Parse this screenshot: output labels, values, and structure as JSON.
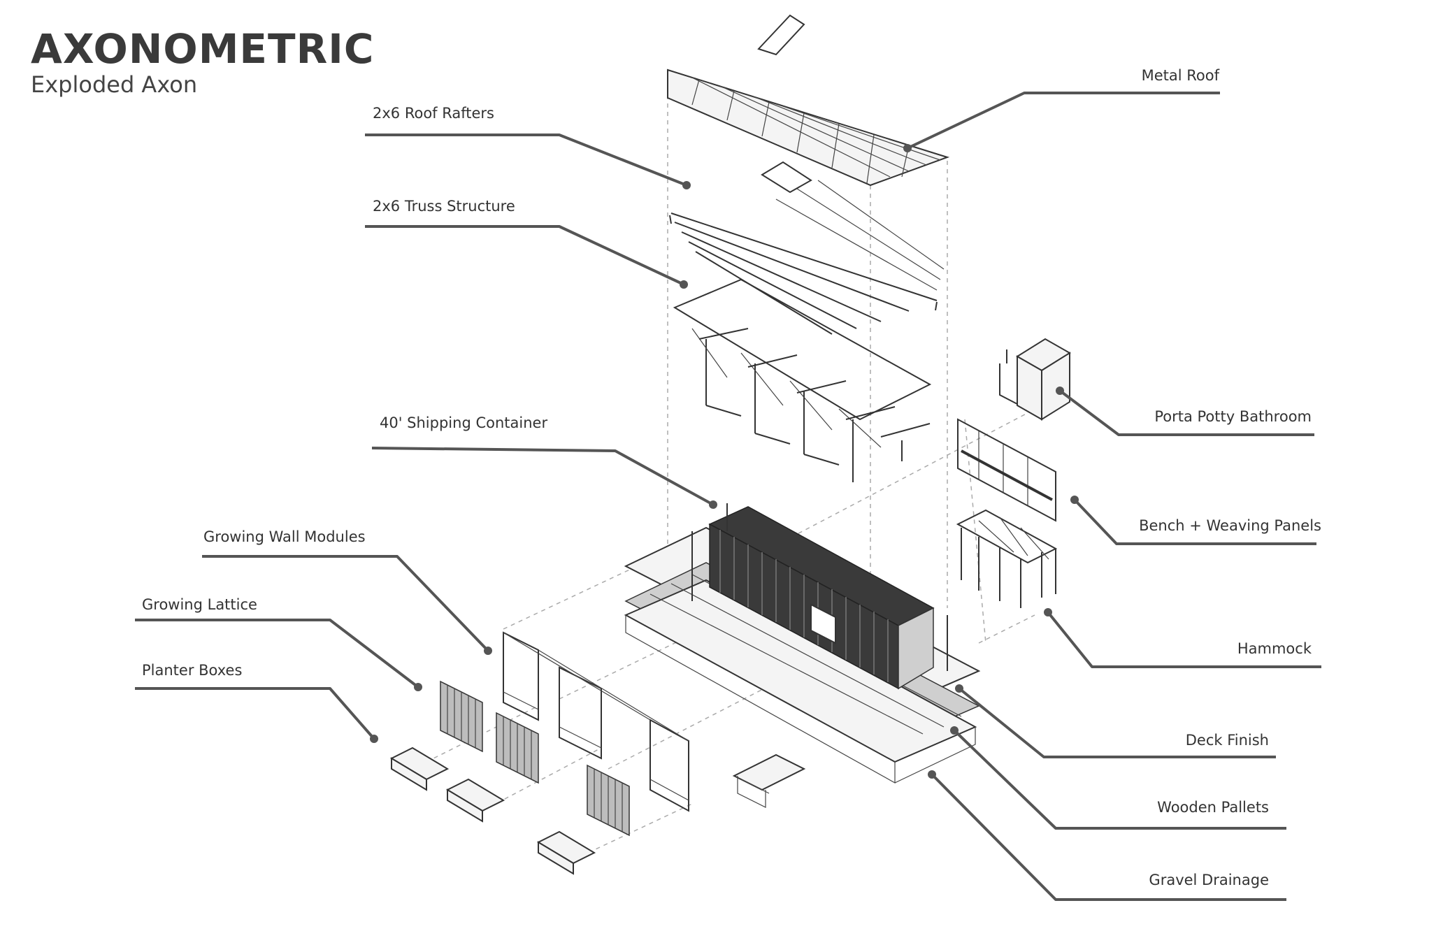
{
  "header": {
    "title": "AXONOMETRIC",
    "subtitle": "Exploded Axon"
  },
  "labels": {
    "metal_roof": "Metal Roof",
    "roof_rafters": "2x6 Roof Rafters",
    "truss_structure": "2x6 Truss Structure",
    "shipping_container": "40' Shipping Container",
    "growing_wall_modules": "Growing Wall Modules",
    "growing_lattice": "Growing Lattice",
    "planter_boxes": "Planter Boxes",
    "porta_potty": "Porta Potty Bathroom",
    "bench_weaving": "Bench + Weaving Panels",
    "hammock": "Hammock",
    "deck_finish": "Deck Finish",
    "wooden_pallets": "Wooden Pallets",
    "gravel_drainage": "Gravel Drainage"
  },
  "colors": {
    "line": "#333333",
    "leader": "#555555",
    "dashed_guide": "#aaaaaa",
    "container": "#3a3a3a"
  }
}
